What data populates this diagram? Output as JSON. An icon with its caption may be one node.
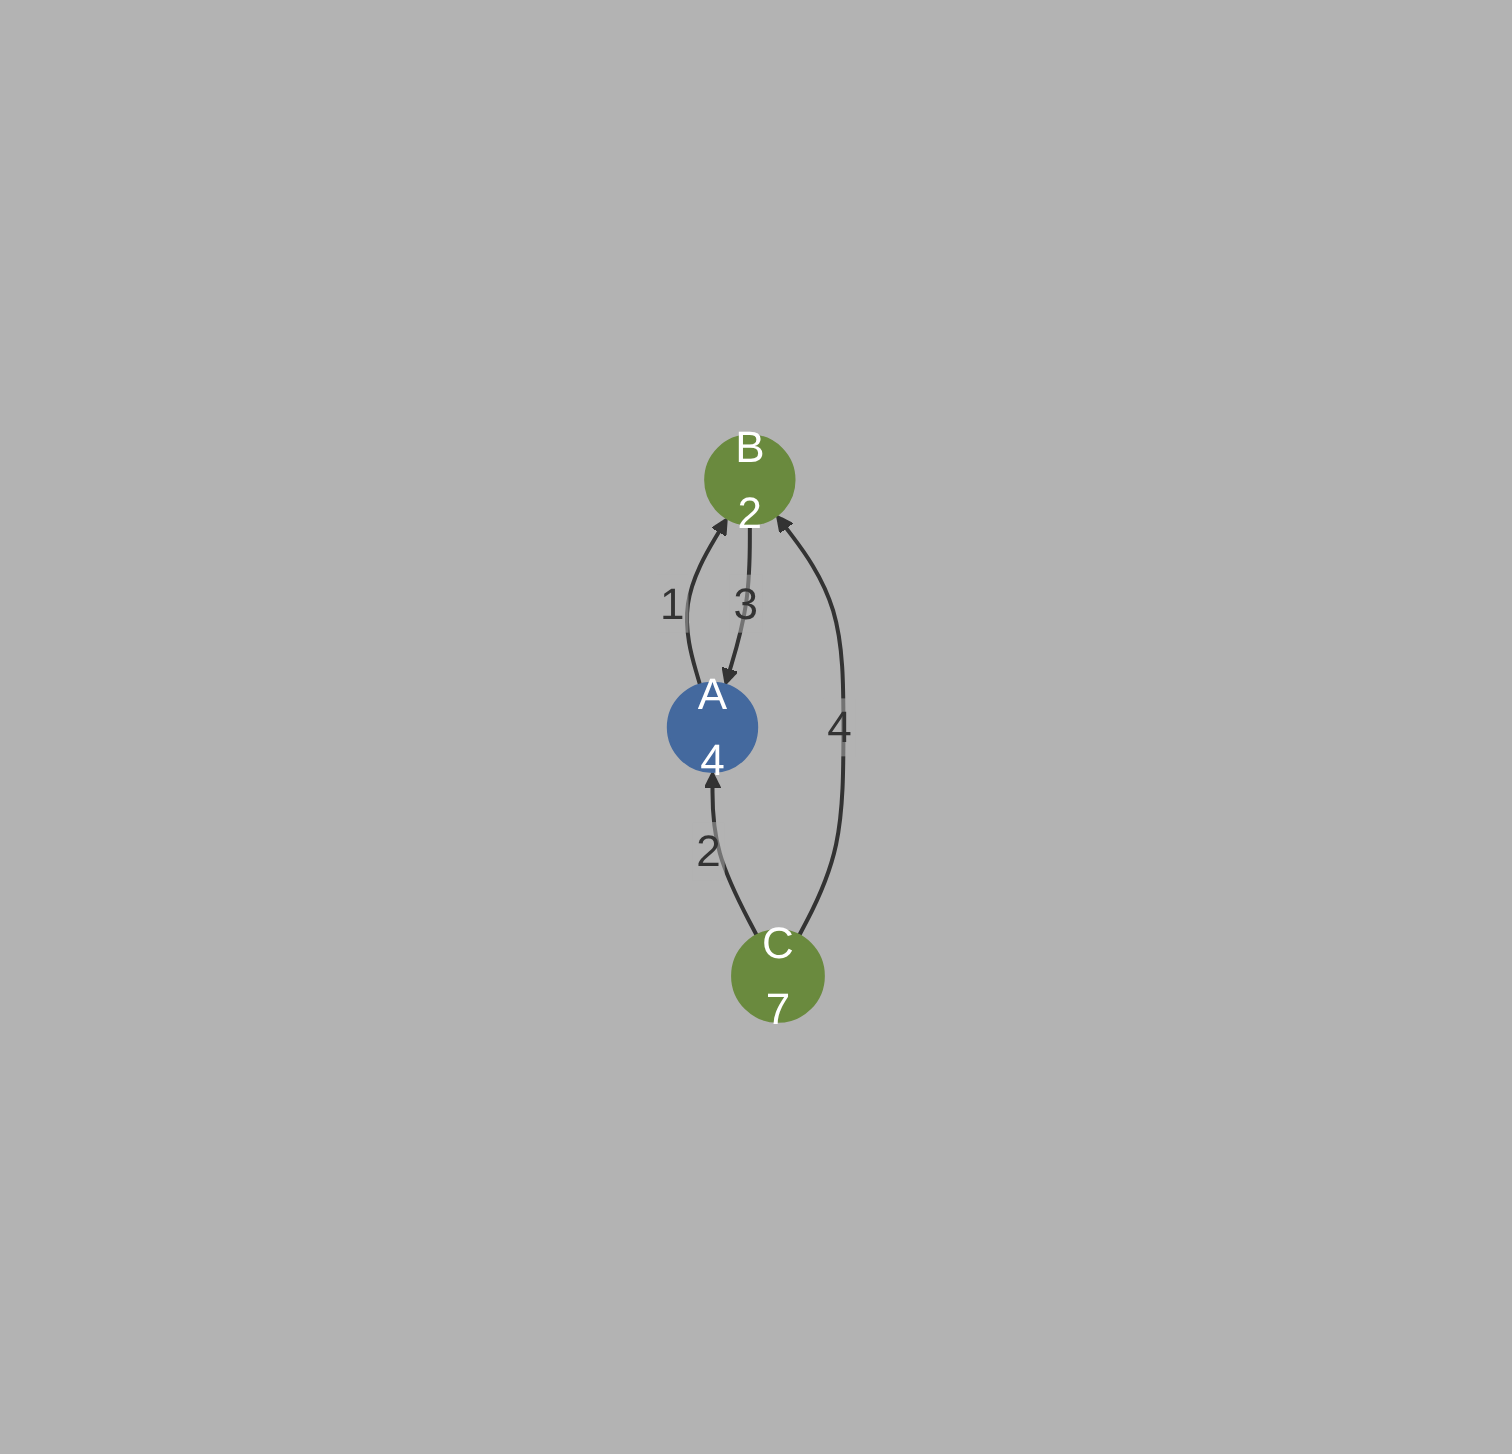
{
  "diagram": {
    "nodes": [
      {
        "text": [
          "A",
          "4"
        ]
      },
      {
        "text": [
          "B",
          "2"
        ]
      },
      {
        "text": [
          "C",
          "7"
        ]
      }
    ],
    "edges": [
      {
        "from": 1,
        "to": 0,
        "arrow": "to",
        "label": "3"
      },
      {
        "from": 0,
        "to": 1,
        "arrow": "to",
        "label": "1"
      },
      {
        "from": 2,
        "to": 0,
        "arrow": "to",
        "label": "2"
      },
      {
        "from": 2,
        "to": 1,
        "arrow": "to",
        "label": "4"
      }
    ]
  }
}
